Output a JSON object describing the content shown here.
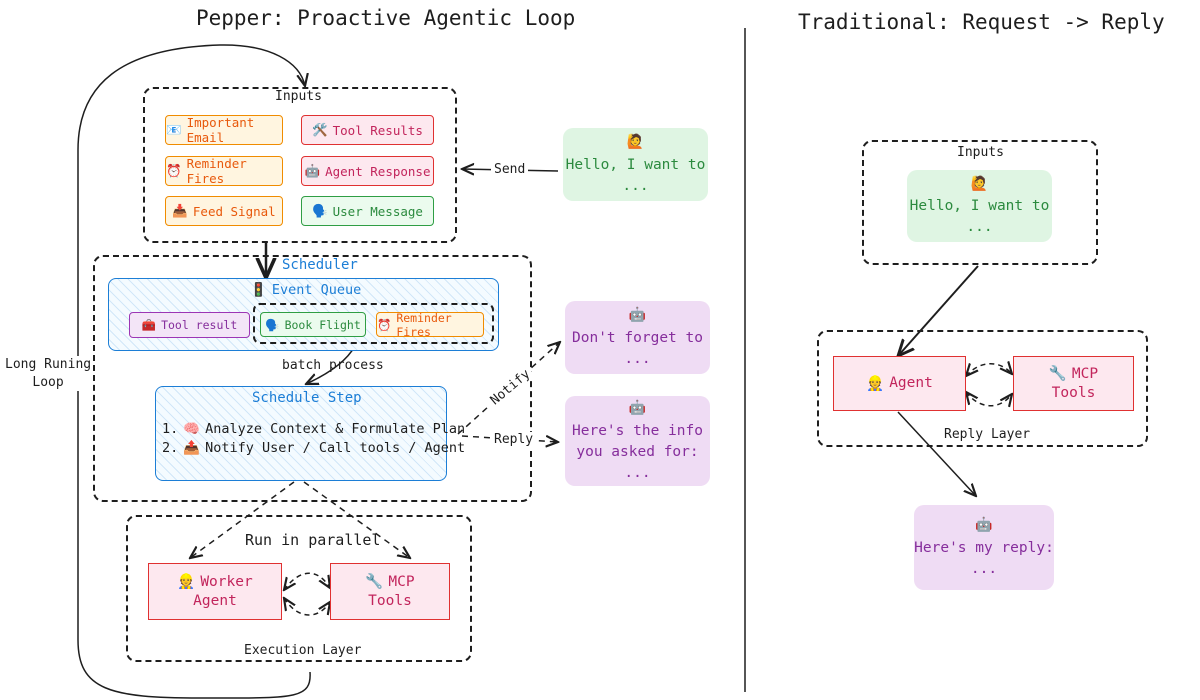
{
  "left": {
    "title": "Pepper: Proactive Agentic Loop",
    "loop_label": [
      "Long Runing",
      "Loop"
    ],
    "inputs": {
      "title": "Inputs",
      "chips": [
        {
          "icon": "📧",
          "label": "Important Email",
          "kind": "email-icon"
        },
        {
          "icon": "🛠️",
          "label": "Tool Results",
          "kind": "toolbox-icon"
        },
        {
          "icon": "⏰",
          "label": "Reminder Fires",
          "kind": "alarm-clock-icon"
        },
        {
          "icon": "🤖",
          "label": "Agent Response",
          "kind": "robot-icon"
        },
        {
          "icon": "📥",
          "label": "Feed Signal",
          "kind": "inbox-tray-icon"
        },
        {
          "icon": "🗣️",
          "label": "User Message",
          "kind": "speaking-head-icon"
        }
      ]
    },
    "send_label": "Send",
    "user_note": {
      "icon": "🙋",
      "lines": [
        "Hello, I want to",
        "..."
      ]
    },
    "scheduler": {
      "title": "Scheduler",
      "event_queue": {
        "icon": "🚦",
        "title": "Event Queue",
        "items": [
          {
            "icon": "🧰",
            "label": "Tool result"
          },
          {
            "icon": "🗣️",
            "label": "Book Flight"
          },
          {
            "icon": "⏰",
            "label": "Reminder Fires"
          }
        ]
      },
      "batch_label": "batch process",
      "step": {
        "title": "Schedule Step",
        "lines": [
          {
            "prefix": "1.",
            "icon": "🧠",
            "text": "Analyze Context & Formulate Plan"
          },
          {
            "prefix": "2.",
            "icon": "📤",
            "text": "Notify User / Call tools / Agent"
          }
        ]
      }
    },
    "notify_label": "Notify",
    "reply_label": "Reply",
    "notify_note": {
      "icon": "🤖",
      "lines": [
        "Don't forget to",
        "..."
      ]
    },
    "reply_note": {
      "icon": "🤖",
      "lines": [
        "Here's the info",
        "you asked for:",
        "..."
      ]
    },
    "execution": {
      "parallel_label": "Run in parallel",
      "worker": {
        "icon": "👷",
        "lines": [
          "Worker",
          "Agent"
        ]
      },
      "mcp": {
        "icon": "🔧",
        "lines": [
          "MCP",
          "Tools"
        ]
      },
      "layer_label": "Execution Layer"
    }
  },
  "right": {
    "title": "Traditional: Request -> Reply",
    "inputs_title": "Inputs",
    "user_note": {
      "icon": "🙋",
      "lines": [
        "Hello, I want to",
        "..."
      ]
    },
    "agent": {
      "icon": "👷",
      "label": "Agent"
    },
    "mcp": {
      "icon": "🔧",
      "lines": [
        "MCP",
        "Tools"
      ]
    },
    "layer_label": "Reply Layer",
    "reply_note": {
      "icon": "🤖",
      "lines": [
        "Here's my reply:",
        "..."
      ]
    }
  },
  "colors": {
    "stroke": "#1e1e1e",
    "blue": "#1c7ed6",
    "orange": "#e8590c",
    "pink": "#c2255c",
    "green": "#2b8a3e",
    "purple": "#862e9c"
  }
}
